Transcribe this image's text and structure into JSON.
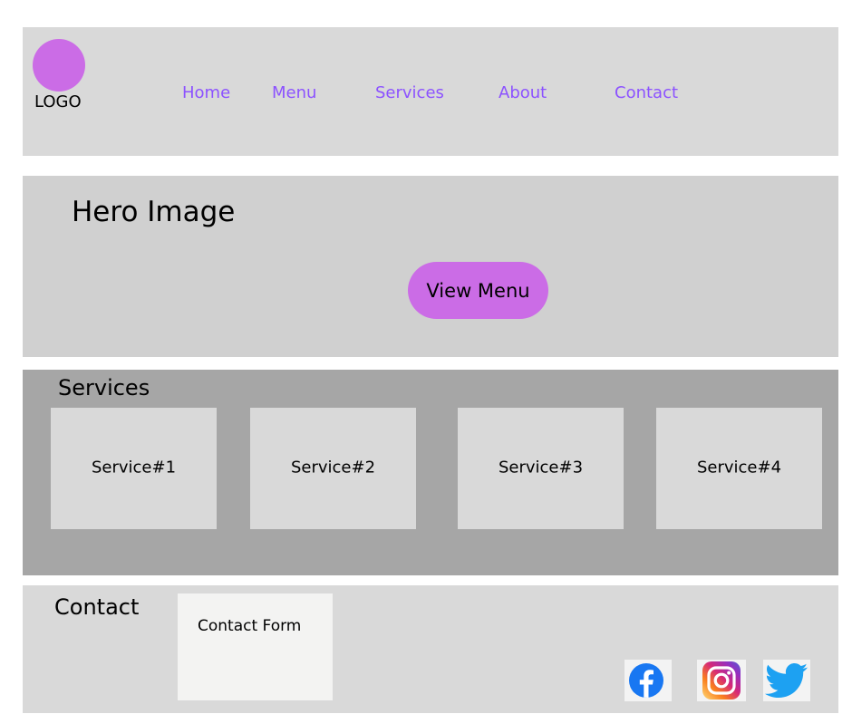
{
  "header": {
    "logo_text": "LOGO",
    "nav": [
      {
        "label": "Home"
      },
      {
        "label": "Menu"
      },
      {
        "label": "Services"
      },
      {
        "label": "About"
      },
      {
        "label": "Contact"
      }
    ]
  },
  "hero": {
    "title": "Hero Image",
    "cta_label": "View Menu"
  },
  "services": {
    "title": "Services",
    "items": [
      {
        "label": "Service#1"
      },
      {
        "label": "Service#2"
      },
      {
        "label": "Service#3"
      },
      {
        "label": "Service#4"
      }
    ]
  },
  "contact": {
    "title": "Contact",
    "form_label": "Contact Form",
    "social": [
      {
        "icon": "facebook-icon"
      },
      {
        "icon": "instagram-icon"
      },
      {
        "icon": "twitter-icon"
      }
    ]
  },
  "colors": {
    "accent": "#cb6ce6",
    "nav_link": "#8c52ff",
    "panel": "#d9d9d9",
    "services_bg": "#a6a6a6"
  }
}
